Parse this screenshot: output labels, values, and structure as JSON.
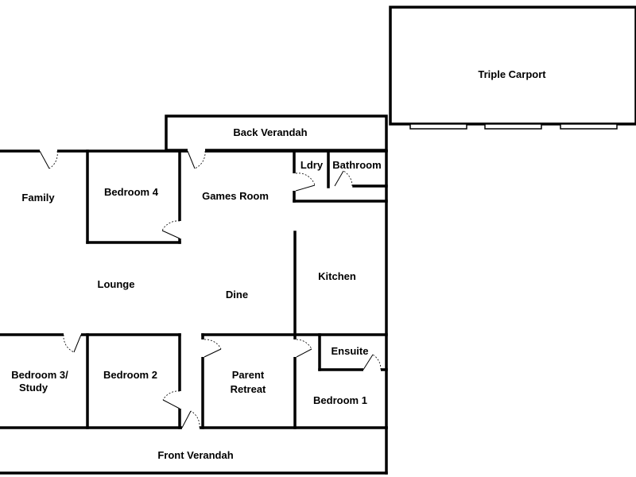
{
  "rooms": {
    "triple_carport": "Triple Carport",
    "back_verandah": "Back Verandah",
    "ldry": "Ldry",
    "bathroom": "Bathroom",
    "family": "Family",
    "bedroom_4": "Bedroom 4",
    "games_room": "Games Room",
    "kitchen": "Kitchen",
    "lounge": "Lounge",
    "dine": "Dine",
    "ensuite": "Ensuite",
    "bedroom_3_line1": "Bedroom 3/",
    "bedroom_3_line2": "Study",
    "bedroom_2": "Bedroom 2",
    "parent_retreat_line1": "Parent",
    "parent_retreat_line2": "Retreat",
    "bedroom_1": "Bedroom 1",
    "front_verandah": "Front Verandah"
  }
}
